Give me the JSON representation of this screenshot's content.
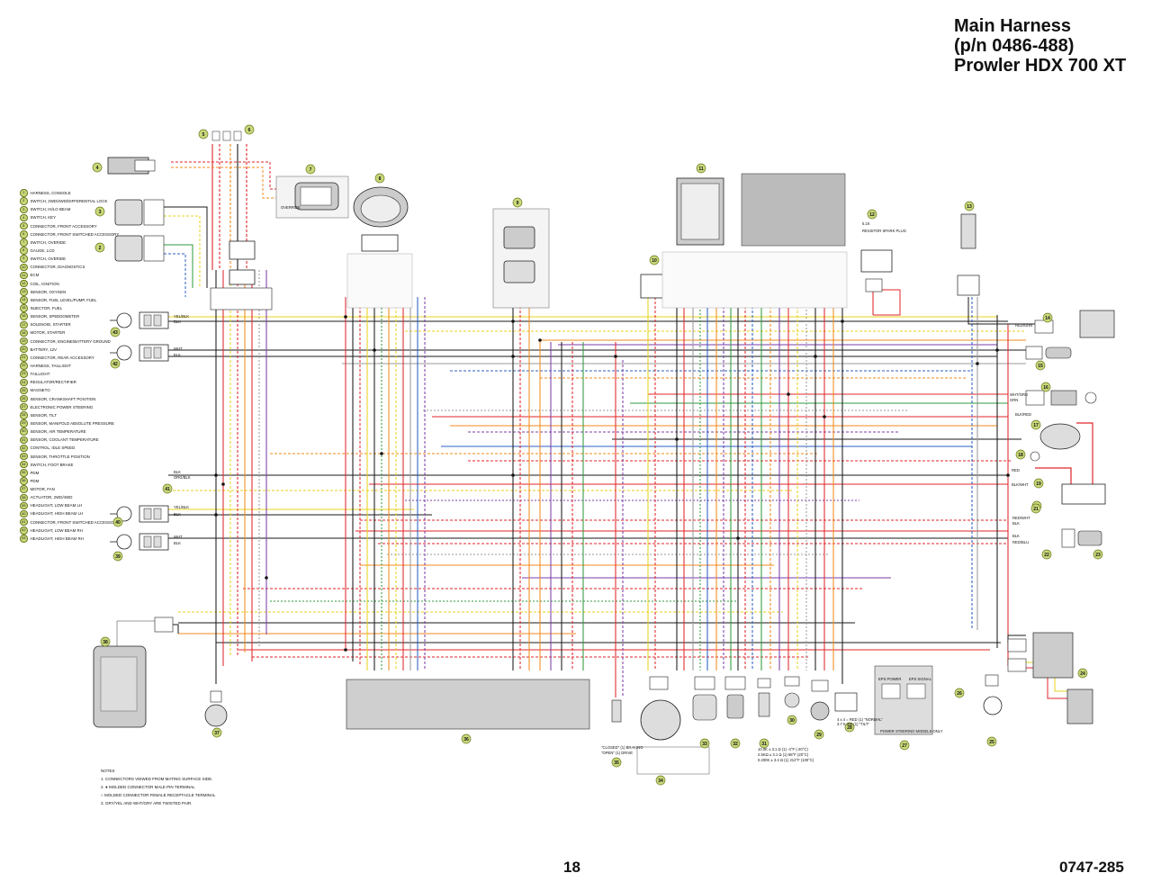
{
  "title": {
    "line1": "Main Harness",
    "line2": "(p/n 0486-488)",
    "line3": "Prowler HDX 700 XT"
  },
  "page_number": "18",
  "document_number": "0747-285",
  "legend": [
    {
      "num": "1",
      "label": "HARNESS, CONSOLE"
    },
    {
      "num": "2",
      "label": "SWITCH, 2WD/4WD/DIFFERENTIAL LOCK"
    },
    {
      "num": "3",
      "label": "SWITCH, HI/LO BEAM"
    },
    {
      "num": "4",
      "label": "SWITCH, KEY"
    },
    {
      "num": "5",
      "label": "CONNECTOR, FRONT ACCESSORY"
    },
    {
      "num": "6",
      "label": "CONNECTOR, FRONT SWITCHED ACCESSORY"
    },
    {
      "num": "7",
      "label": "SWITCH, OVERIDE"
    },
    {
      "num": "8",
      "label": "GAUGE, LCD"
    },
    {
      "num": "9",
      "label": "SWITCH, OVERIDE"
    },
    {
      "num": "10",
      "label": "CONNECTOR, DIAGNOSTICS"
    },
    {
      "num": "11",
      "label": "ECM"
    },
    {
      "num": "12",
      "label": "COIL, IGNITION"
    },
    {
      "num": "13",
      "label": "SENSOR, OXYGEN"
    },
    {
      "num": "14",
      "label": "SENSOR, FUEL LEVEL/PUMP, FUEL"
    },
    {
      "num": "15",
      "label": "INJECTOR, FUEL"
    },
    {
      "num": "16",
      "label": "SENSOR, SPEEDOMETER"
    },
    {
      "num": "17",
      "label": "SOLENOID, STARTER"
    },
    {
      "num": "18",
      "label": "MOTOR, STARTER"
    },
    {
      "num": "19",
      "label": "CONNECTOR, ENGINE/BATTERY GROUND"
    },
    {
      "num": "20",
      "label": "BATTERY, 12V"
    },
    {
      "num": "21",
      "label": "CONNECTOR, REAR ACCESSORY"
    },
    {
      "num": "22",
      "label": "HARNESS, TAILLIGHT"
    },
    {
      "num": "23",
      "label": "TAILLIGHT"
    },
    {
      "num": "24",
      "label": "REGULATOR/RECTIFIER"
    },
    {
      "num": "25",
      "label": "MAGNETO"
    },
    {
      "num": "26",
      "label": "SENSOR, CRANKSHAFT POSITION"
    },
    {
      "num": "27",
      "label": "ELECTRONIC POWER STEERING"
    },
    {
      "num": "28",
      "label": "SENSOR, TILT"
    },
    {
      "num": "29",
      "label": "SENSOR, MANIFOLD ABSOLUTE PRESSURE"
    },
    {
      "num": "30",
      "label": "SENSOR, AIR TEMPERATURE"
    },
    {
      "num": "31",
      "label": "SENSOR, COOLANT TEMPERATURE"
    },
    {
      "num": "32",
      "label": "CONTROL, IDLE SPEED"
    },
    {
      "num": "33",
      "label": "SENSOR, THROTTLE POSITION"
    },
    {
      "num": "34",
      "label": "SWITCH, FOOT BRAKE"
    },
    {
      "num": "35",
      "label": "PDM"
    },
    {
      "num": "36",
      "label": "PDM"
    },
    {
      "num": "37",
      "label": "MOTOR, FAN"
    },
    {
      "num": "38",
      "label": "ACTUATOR, 2WD/4WD"
    },
    {
      "num": "39",
      "label": "HEADLIGHT, LOW BEAM LH"
    },
    {
      "num": "40",
      "label": "HEADLIGHT, HIGH BEAM LH"
    },
    {
      "num": "41",
      "label": "CONNECTOR, FRONT SWITCHED ACCESSORY"
    },
    {
      "num": "42",
      "label": "HEADLIGHT, LOW BEAM RH"
    },
    {
      "num": "43",
      "label": "HEADLIGHT, HIGH BEAM RH"
    }
  ],
  "notes": {
    "heading": "NOTES",
    "items": [
      "1. CONNECTORS VIEWED FROM MATING SURFACE SIDE.",
      "2. ● MOLDED CONNECTOR MALE PIN TERMINAL",
      "   ○ MOLDED CONNECTOR FEMALE RECEPTACLE TERMINAL",
      "3. GRY/YEL AND WHT/GRY ARE TWISTED PAIR."
    ]
  },
  "component_labels": {
    "c7": "7",
    "c8": "8",
    "c9": "9",
    "c10": "10",
    "c11": "11",
    "c12": "12",
    "c13": "13",
    "c14": "14",
    "c15": "15",
    "c16": "16",
    "c17": "17",
    "c18": "18",
    "c19": "19",
    "c20": "20",
    "c21": "21",
    "c22": "22",
    "c23": "23",
    "c24": "24",
    "c25": "25",
    "c26": "26",
    "c27": "27",
    "c28": "28",
    "c29": "29",
    "c30": "30",
    "c31": "31",
    "c32": "32",
    "c33": "33",
    "c34": "34",
    "c35": "35",
    "c36": "36",
    "c37": "37",
    "c38": "38",
    "c39": "39",
    "c40": "40",
    "c41": "41",
    "c42": "42",
    "c43": "43",
    "c2": "2",
    "c3": "3",
    "c4": "4",
    "c5": "5",
    "c6": "6"
  },
  "wire_labels": {
    "red": "RED",
    "blk": "BLK",
    "yel_blk": "YEL/BLK",
    "wht": "WHT",
    "org_blk": "ORG/BLK",
    "red_wht": "RED/WHT",
    "red_blu": "RED/BLU",
    "blk_wht": "BLK/WHT",
    "grn": "GRN",
    "wht_org": "WHT/ORG",
    "blk_red": "BLK/RED",
    "red_grn": "RED/GRN"
  },
  "ecm_text": {
    "sensor_signal": "EPS SIGNAL",
    "eps_power": "EPS POWER",
    "power_steering_only": "POWER STEERING MODELS ONLY",
    "override_left": "OVERRIDE",
    "left_note": "4 x 4 = RED (1) \"NORMAL\"",
    "left_note2": "3.7 K 4W (1) \"TILT\"",
    "brake_note": "\"CLOSED\" (1) BRAKING",
    "brake_note2": "\"OPEN\" (1) DRIVE",
    "temp_note1": "10.0K  ±  3.1 Ω  (1)  -4°F (-20°C)",
    "temp_note2": "2.5KΩ  ±  3.1 Ω  (1)  68°F (20°C)",
    "temp_note3": "0.200K  ±  3.4 Ω  (1)  212°F (100°C)",
    "resistor_note": "RESISTOR SPARK PLUG",
    "spark_gap": "5.1K"
  }
}
